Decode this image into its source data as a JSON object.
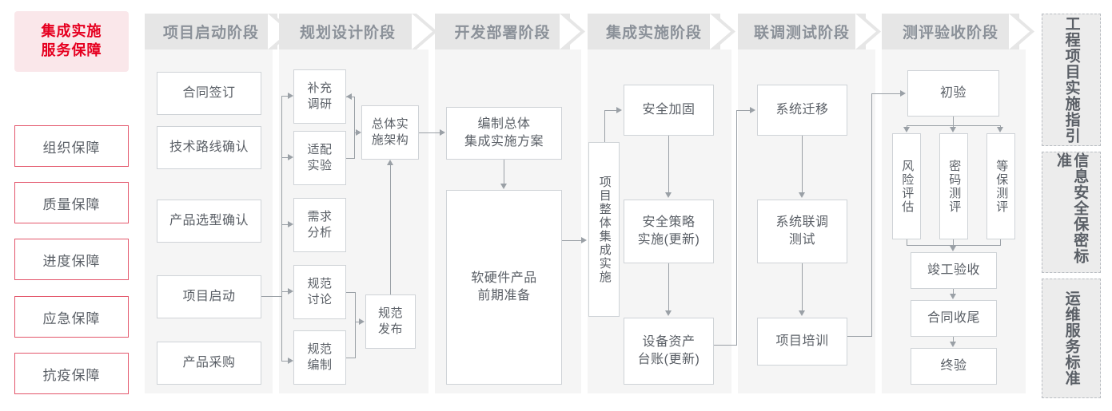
{
  "theme": {
    "accent_red": "#e60020",
    "accent_pink_bg": "#fae7ea",
    "accent_border": "#e3566b",
    "band_bg": "#f5f5f5",
    "header_bg": "#e6e6e6",
    "header_text": "#8b9199",
    "node_border": "#cfd3d7",
    "node_text": "#5a5f66",
    "connector": "#9aa0a6",
    "standards_bg": "#ececec",
    "standards_border": "#b9bdc2"
  },
  "guarantee": {
    "hero_line1": "集成实施",
    "hero_line2": "服务保障",
    "items": [
      {
        "label": "组织保障"
      },
      {
        "label": "质量保障"
      },
      {
        "label": "进度保障"
      },
      {
        "label": "应急保障"
      },
      {
        "label": "抗疫保障"
      }
    ]
  },
  "phases": [
    {
      "id": "startup",
      "title": "项目启动阶段",
      "nodes": [
        {
          "label": "合同签订"
        },
        {
          "label": "技术路线确认"
        },
        {
          "label": "产品选型确认"
        },
        {
          "label": "项目启动"
        },
        {
          "label": "产品采购"
        }
      ]
    },
    {
      "id": "planning",
      "title": "规划设计阶段",
      "nodes": [
        {
          "label": "补充\n调研",
          "l1": "补充",
          "l2": "调研"
        },
        {
          "label": "适配\n实验",
          "l1": "适配",
          "l2": "实验"
        },
        {
          "label": "需求\n分析",
          "l1": "需求",
          "l2": "分析"
        },
        {
          "label": "规范\n讨论",
          "l1": "规范",
          "l2": "讨论"
        },
        {
          "label": "规范\n编制",
          "l1": "规范",
          "l2": "编制"
        },
        {
          "label": "总体实\n施架构",
          "l1": "总体实",
          "l2": "施架构"
        },
        {
          "label": "规范\n发布",
          "l1": "规范",
          "l2": "发布"
        }
      ]
    },
    {
      "id": "dev",
      "title": "开发部署阶段",
      "nodes": [
        {
          "l1": "编制总体",
          "l2": "集成实施方案"
        },
        {
          "l1": "软硬件产品",
          "l2": "前期准备"
        }
      ]
    },
    {
      "id": "integration",
      "title": "集成实施阶段",
      "nodes": [
        {
          "label": "项目整体集成实施"
        },
        {
          "label": "安全加固"
        },
        {
          "l1": "安全策略",
          "l2": "实施(更新)"
        },
        {
          "l1": "设备资产",
          "l2": "台账(更新)"
        }
      ]
    },
    {
      "id": "joint-test",
      "title": "联调测试阶段",
      "nodes": [
        {
          "label": "系统迁移"
        },
        {
          "l1": "系统联调",
          "l2": "测试"
        },
        {
          "label": "项目培训"
        }
      ]
    },
    {
      "id": "acceptance",
      "title": "测评验收阶段",
      "nodes": [
        {
          "label": "初验"
        },
        {
          "label": "风险评估"
        },
        {
          "label": "密码测评"
        },
        {
          "label": "等保测评"
        },
        {
          "label": "竣工验收"
        },
        {
          "label": "合同收尾"
        },
        {
          "label": "终验"
        }
      ]
    }
  ],
  "standards": [
    {
      "id": "engineering",
      "label": "工程项目实施指引"
    },
    {
      "id": "infosec",
      "label": "信息安全保密标准"
    },
    {
      "id": "ops",
      "label": "运维服务标准"
    }
  ]
}
